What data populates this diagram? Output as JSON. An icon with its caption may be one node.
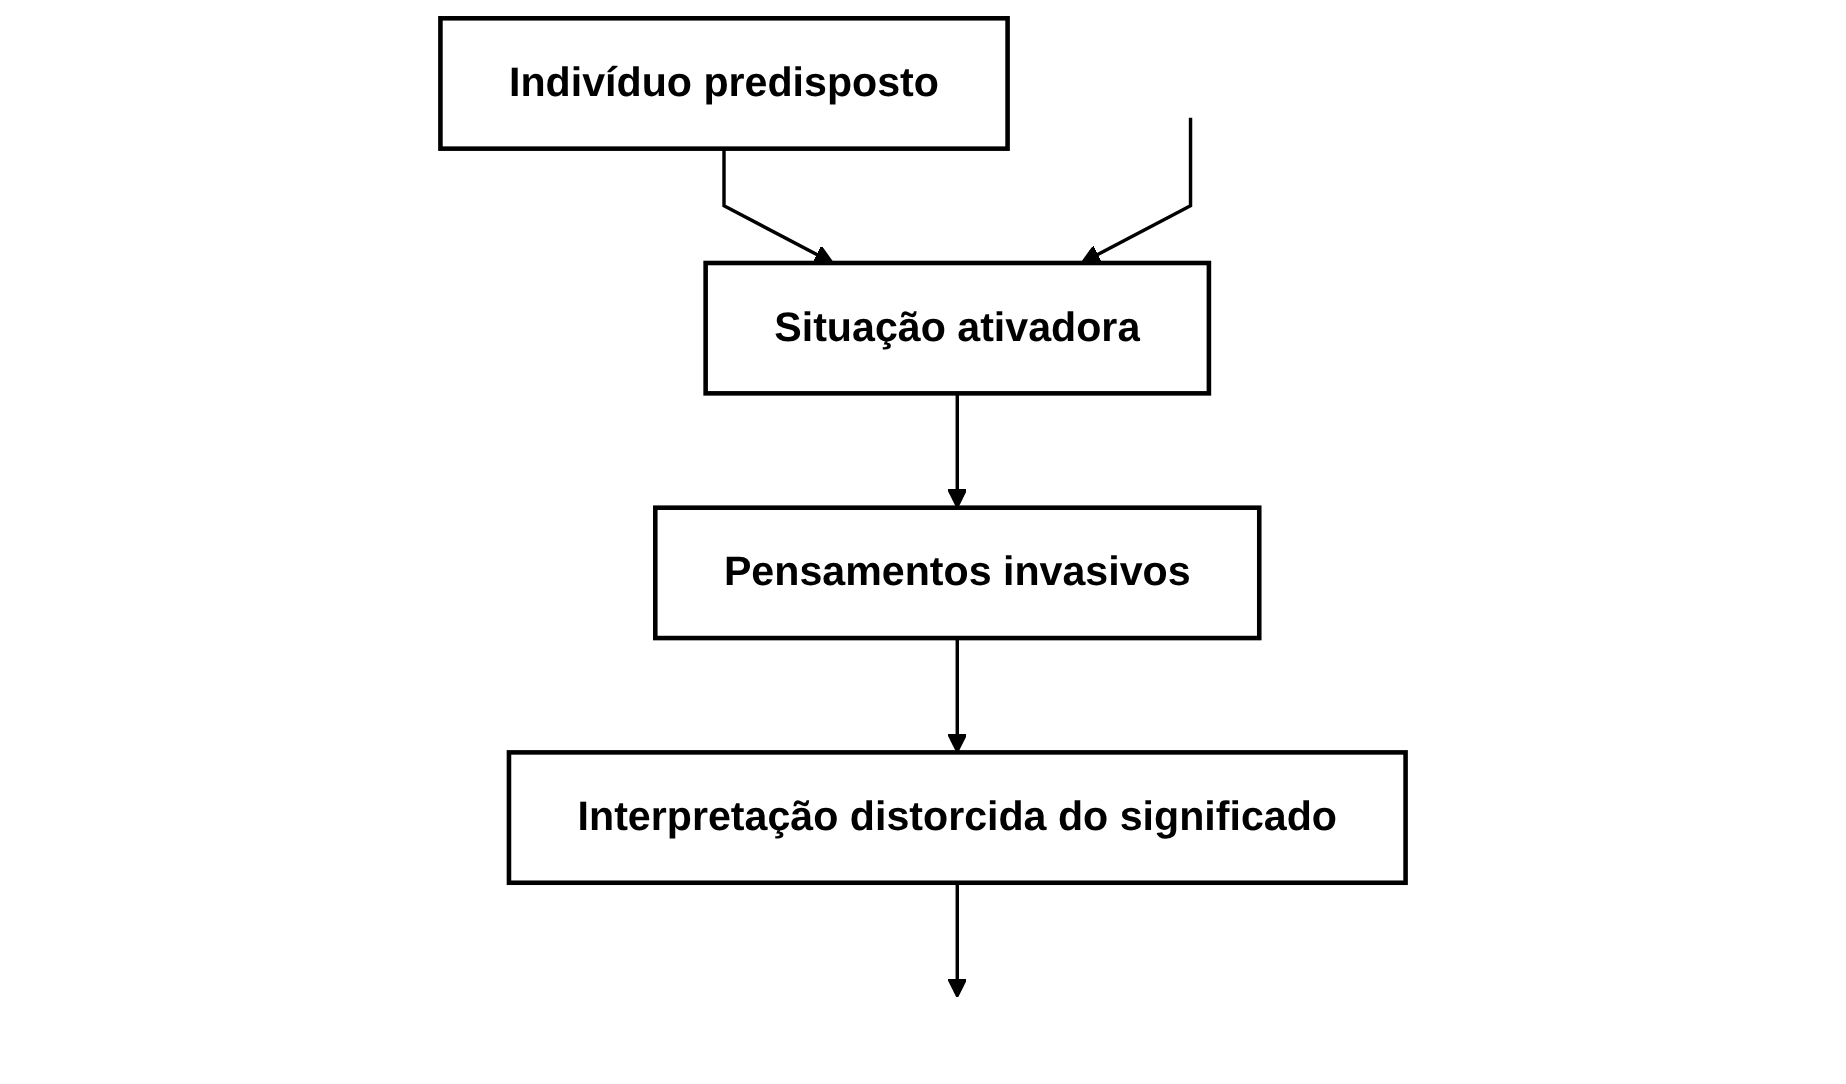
{
  "diagram": {
    "nodes": [
      {
        "text": [
          "Indivíduo predisposto"
        ]
      },
      {
        "text": [
          "Situação ativadora"
        ]
      },
      {
        "text": [
          "Pensamentos invasivos"
        ]
      },
      {
        "text": [
          "Interpretação distorcida do significado"
        ]
      }
    ],
    "edges": [
      {
        "from": 0,
        "to": 1,
        "arrow": "to"
      },
      {
        "from": null,
        "to": 1,
        "arrow": "to"
      },
      {
        "from": 1,
        "to": 2,
        "arrow": "to"
      },
      {
        "from": 2,
        "to": 3,
        "arrow": "to"
      },
      {
        "from": 3,
        "to": null,
        "arrow": "to"
      }
    ]
  }
}
